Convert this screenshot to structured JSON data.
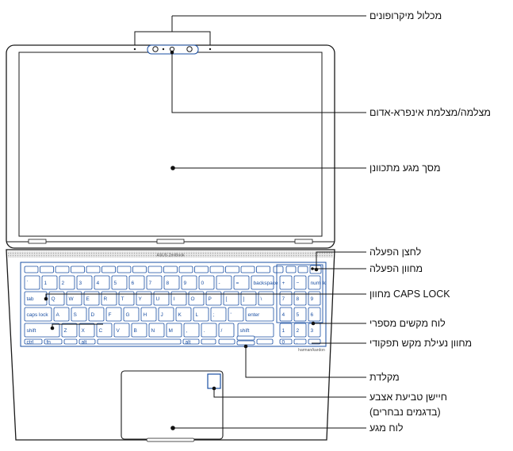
{
  "callouts": {
    "mic_array": "מכלול מיקרופונים",
    "camera": "מצלמה/מצלמת אינפרא-אדום",
    "touchscreen": "מסך מגע מתכוונן",
    "power_button": "לחצן הפעלה",
    "power_indicator": "מחוון הפעלה",
    "caps_lock": "מחוון CAPS LOCK",
    "numpad": "לוח מקשים מספרי",
    "fn_lock": "מחוון נעילת מקש תפקודי",
    "keyboard": "מקלדת",
    "fingerprint": "חיישן טביעת אצבע",
    "fingerprint_note": "(בדגמים נבחרים)",
    "touchpad": "לוח מגע"
  },
  "branding": {
    "hinge_logo": "ASUS ZenBook",
    "speaker_brand": "harman/kardon"
  },
  "keyboard": {
    "row_numbers": [
      "`",
      "1",
      "2",
      "3",
      "4",
      "5",
      "6",
      "7",
      "8",
      "9",
      "0",
      "-",
      "="
    ],
    "row_q": [
      "Q",
      "W",
      "E",
      "R",
      "T",
      "Y",
      "U",
      "I",
      "O",
      "P",
      "[",
      "]",
      "\\"
    ],
    "row_a": [
      "A",
      "S",
      "D",
      "F",
      "G",
      "H",
      "J",
      "K",
      "L",
      ";",
      "'"
    ],
    "row_z": [
      "Z",
      "X",
      "C",
      "V",
      "B",
      "N",
      "M",
      ",",
      ".",
      "/"
    ],
    "special": {
      "backspace": "backspace",
      "tab": "tab",
      "caps": "caps lock",
      "enter": "enter",
      "shift": "shift",
      "ctrl": "ctrl",
      "fn": "fn",
      "alt": "alt"
    },
    "numpad": [
      "num lk",
      "7",
      "8",
      "9",
      "4",
      "5",
      "6",
      "1",
      "2",
      "3",
      "0",
      "."
    ]
  },
  "colors": {
    "outline": "#1a4fa3",
    "callout_line": "#111111",
    "frame": "#1a1a1a"
  }
}
